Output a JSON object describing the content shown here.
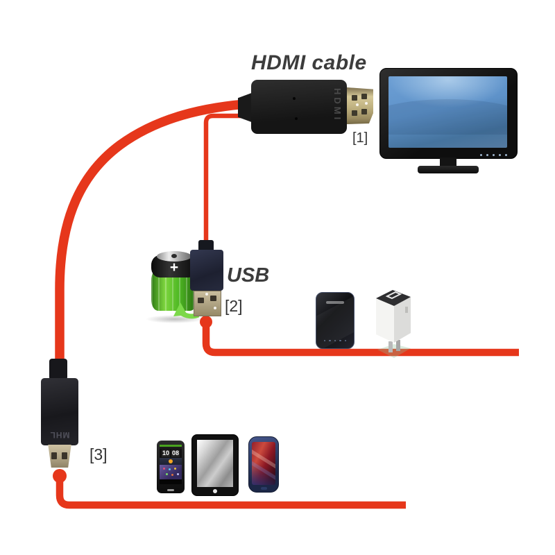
{
  "title": "HDMI cable",
  "labels": {
    "monitor": "[1]",
    "power": "[2]",
    "device": "[3]"
  },
  "captions": {
    "usb": "USB"
  },
  "connector_markings": {
    "hdmi_plug": "HDMI",
    "micro_plug": "MHL",
    "battery_plus": "+"
  },
  "phone_clock": {
    "hours": "10",
    "minutes": "08"
  },
  "colors": {
    "cable_red": "#e6371b",
    "connector_black": "#1b1b1e",
    "usb_body_navy": "#272b3c",
    "metal_tan": "#b5a98a",
    "monitor_screen_blue": "#5e92c9",
    "battery_green": "#4fb824",
    "label_gray": "#333333",
    "title_gray": "#3c3c3c"
  }
}
